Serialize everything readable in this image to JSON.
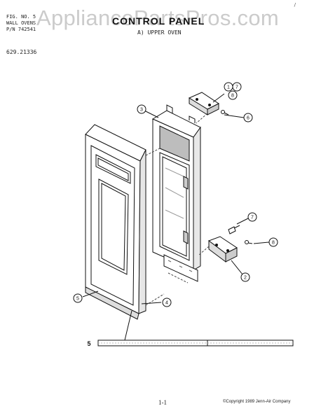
{
  "header": {
    "line1": "FIG. NO. 5",
    "line2": "WALL OVENS",
    "line3": "P/N 742541",
    "title": "CONTROL PANEL",
    "subtitle": "A)  UPPER OVEN",
    "model": "629.21336"
  },
  "watermark": "AppliancePartsPros.com",
  "corner_mark": "/",
  "callouts": {
    "c1": "1",
    "c7a": "7",
    "c8a": "8",
    "c3": "3",
    "c6": "6",
    "c7b": "7",
    "c8b": "8",
    "c2": "2",
    "c4": "4",
    "c5": "5",
    "c5b": "5"
  },
  "footer": {
    "page": "1-1",
    "copyright": "©Copyright 1989 Jenn-Air Company"
  }
}
